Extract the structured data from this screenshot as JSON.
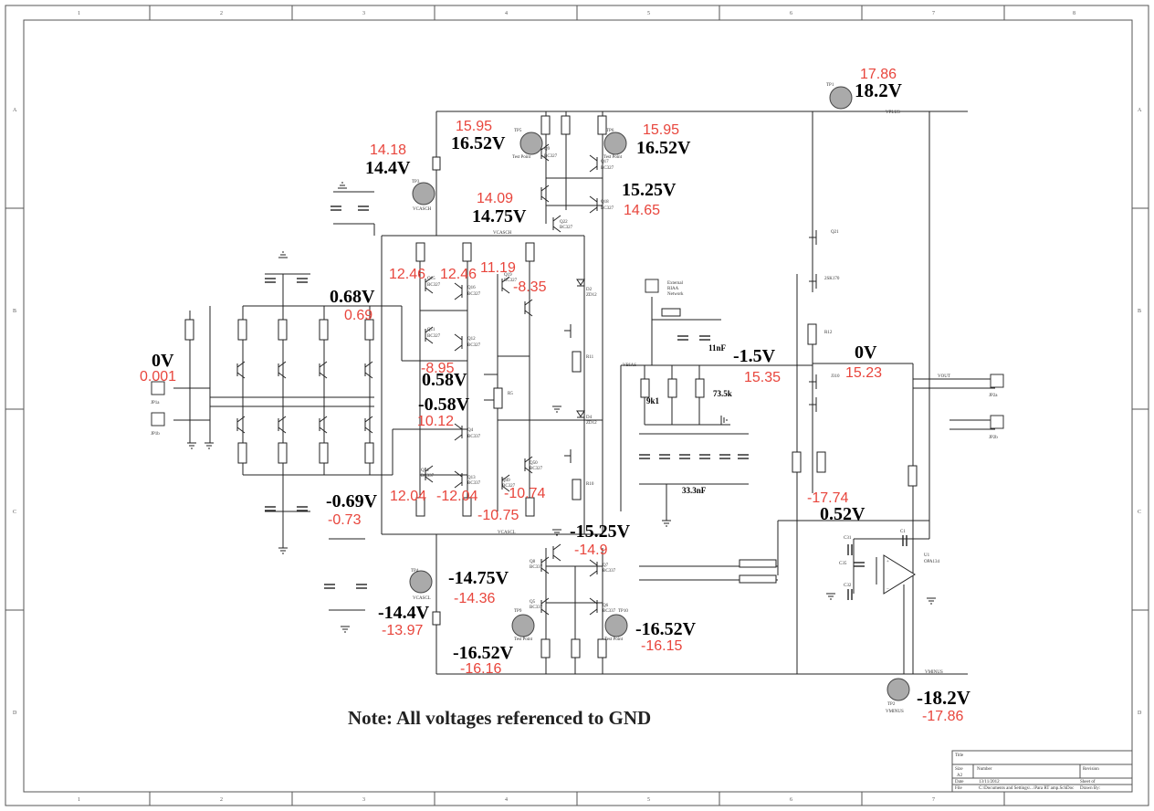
{
  "frame": {
    "columns": [
      "1",
      "2",
      "3",
      "4",
      "5",
      "6",
      "7",
      "8"
    ],
    "rows": [
      "A",
      "B",
      "C",
      "D"
    ]
  },
  "note": "Note: All voltages referenced to GND",
  "voltages": {
    "vplus_meas": "18.2V",
    "vplus_calc": "17.86",
    "tp_left_meas": "16.52V",
    "tp_left_calc": "15.95",
    "tp_right_meas": "16.52V",
    "tp_right_calc": "15.95",
    "vcasch_meas": "14.4V",
    "vcasch_calc": "14.18",
    "q10_meas": "14.75V",
    "q10_calc": "14.09",
    "q18_meas": "15.25V",
    "q18_calc": "14.65",
    "q15_calc": "12.46",
    "q16_calc": "12.46",
    "q19_calc": "11.19",
    "q19_calc2": "-8.35",
    "in_left_meas": "0.68V",
    "in_left_calc": "0.69",
    "input_meas": "0V",
    "input_calc": "0.001",
    "q11_calc": "-8.95",
    "mid_pos_meas": "0.58V",
    "mid_neg_meas": "-0.58V",
    "q4_calc": "10.12",
    "out_neg_meas": "-1.5V",
    "out_neg_calc": "15.35",
    "vout_meas": "0V",
    "vout_calc": "15.23",
    "low_left_meas": "-0.69V",
    "low_left_calc": "-0.73",
    "q14_calc": "12.04",
    "q13_calc": "-12.04",
    "q50_calc": "-10.74",
    "q49_calc": "-10.75",
    "q7_meas": "-15.25V",
    "q7_calc": "-14.9",
    "q8_meas": "-14.75V",
    "q8_calc": "-14.36",
    "vcascl_meas": "-14.4V",
    "vcascl_calc": "-13.97",
    "tp9_meas": "-16.52V",
    "tp9_calc": "-16.16",
    "tp10_meas": "-16.52V",
    "tp10_calc": "-16.15",
    "opamp_meas": "0.52V",
    "opamp_calc": "-17.74",
    "vminus_meas": "-18.2V",
    "vminus_calc": "-17.86"
  },
  "values": {
    "c_11nf": "11nF",
    "r_9k1": "9k1",
    "r_73k": "73.5k",
    "c_33nf": "33.3nF"
  },
  "net_labels": {
    "vplus": "VPLUS",
    "vcasch": "VCASCH",
    "vcascl": "VCASCL",
    "vbias": "VBIAS",
    "vout": "VOUT",
    "vminus": "VMINUS"
  },
  "parts": {
    "riaa": [
      "External",
      "RIAA",
      "Network"
    ],
    "tp1": "TP1",
    "tp2": "TP2",
    "tp3": "TP3",
    "tp4": "TP4",
    "tp5": "TP5",
    "tp6": "TP6",
    "tp9": "TP9",
    "tp10": "TP10",
    "test_point": "Test Point",
    "jp1a": "JP1a",
    "jp1b": "JP1b",
    "jp2a": "JP2a",
    "jp2b": "JP2b",
    "u1": "U1",
    "opa": "OPA134",
    "r12": "R12",
    "q21": "Q21",
    "q9": "Q9",
    "q17": "Q17",
    "q18": "Q18",
    "q22": "Q22",
    "q15": "Q15",
    "q16": "Q16",
    "q11": "Q11",
    "q12": "Q12",
    "q19": "Q19",
    "q2": "Q2",
    "q4": "Q4",
    "q13": "Q13",
    "q14": "Q14",
    "q50": "Q50",
    "q49": "Q49",
    "q7": "Q7",
    "q8": "Q8",
    "q5": "Q5",
    "q6": "Q6",
    "bc327": "BC327",
    "bc337": "BC337",
    "2sk170": "2SK170",
    "j310": "J310",
    "r5": "R5",
    "r11": "R11",
    "r10": "R10",
    "c1": "C1",
    "c31": "C31",
    "c32": "C32",
    "c35": "C35",
    "d2": "D2",
    "d4": "D4",
    "zd12": "ZD12"
  },
  "title_block": {
    "title": "Title",
    "size": "Size",
    "size_val": "A2",
    "number": "Number",
    "revision": "Revision",
    "date": "Date",
    "date_val": "13/11/2012",
    "file": "File",
    "file_val": "C:\\Documents and Settings\\...\\Para RT amp.SchDoc",
    "sheet": "Sheet of",
    "drawn": "Drawn By:"
  }
}
